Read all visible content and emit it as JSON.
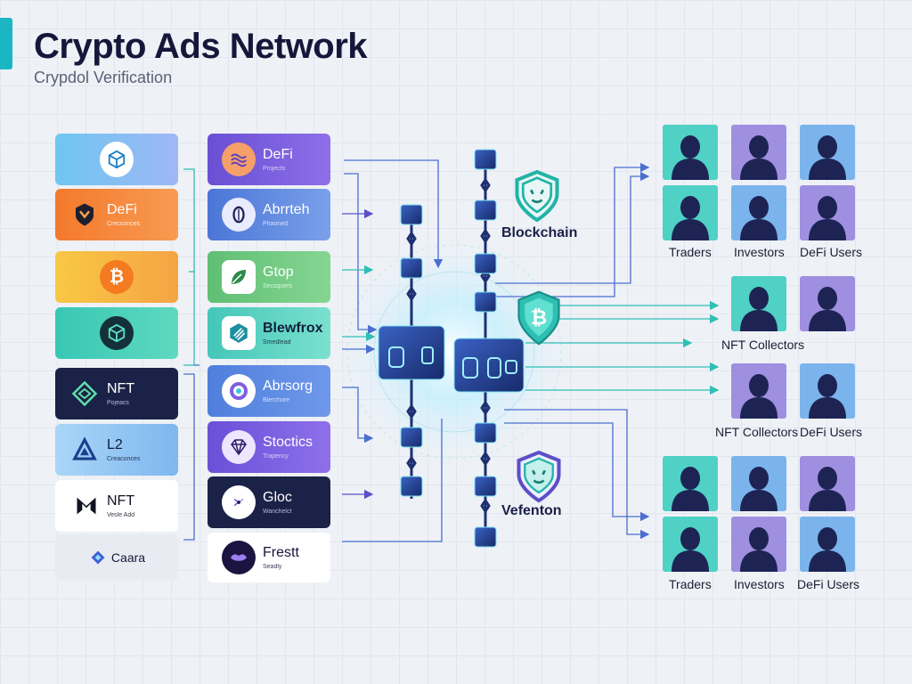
{
  "header": {
    "title": "Crypto Ads Network",
    "subtitle": "Crypdol Verification"
  },
  "left_column": [
    {
      "label": "",
      "sub": "",
      "icon": "cube-icon"
    },
    {
      "label": "DeFi",
      "sub": "Crecconces",
      "icon": "shield-logo-icon"
    },
    {
      "label": "",
      "sub": "",
      "icon": "bitcoin-icon"
    },
    {
      "label": "",
      "sub": "",
      "icon": "cube-icon"
    },
    {
      "label": "NFT",
      "sub": "Pojeacs",
      "icon": "diamond-icon"
    },
    {
      "label": "L2",
      "sub": "Creaconces",
      "icon": "triangle-icon"
    },
    {
      "label": "NFT",
      "sub": "Vesle Add",
      "icon": "m-logo-icon"
    },
    {
      "label": "Caara",
      "sub": "",
      "icon": "caara-logo-icon"
    }
  ],
  "middle_column": [
    {
      "label": "DeFi",
      "sub": "Projects",
      "icon": "wave-icon"
    },
    {
      "label": "Abrrteh",
      "sub": "Phaoned",
      "icon": "leaf-icon"
    },
    {
      "label": "Gtop",
      "sub": "Secsquers",
      "icon": "leaf-icon"
    },
    {
      "label": "Blewfrox",
      "sub": "Smedlead",
      "icon": "stripes-icon"
    },
    {
      "label": "Abrsorg",
      "sub": "Blerchore",
      "icon": "ring-icon"
    },
    {
      "label": "Stoctics",
      "sub": "Trapency",
      "icon": "gem-icon"
    },
    {
      "label": "Gloc",
      "sub": "Wanchelct",
      "icon": "petal-icon"
    },
    {
      "label": "Frestt",
      "sub": "Seadly",
      "icon": "lips-icon"
    }
  ],
  "verification": [
    {
      "label": "Blockchain",
      "icon": "shield-icon"
    },
    {
      "label": "",
      "icon": "bitcoin-shield-icon"
    },
    {
      "label": "Vefenton",
      "icon": "shield-icon"
    }
  ],
  "audience_groups": [
    {
      "labels": [
        "Traders",
        "Investors",
        "DeFi Users"
      ]
    },
    {
      "labels": [
        "NFT Collectors"
      ]
    },
    {
      "labels": [
        "NFT Collectors",
        "DeFi Users"
      ]
    },
    {
      "labels": [
        "Traders",
        "Investors",
        "DeFi Users"
      ]
    }
  ],
  "colors": {
    "teal": "#4fd1c5",
    "purple": "#9f8fe0",
    "blue": "#7bb4ec",
    "navy": "#1d2454",
    "accent": "#1bb6c4",
    "wire_blue": "#4a6fd0",
    "wire_teal": "#2fbfb5",
    "wire_purple": "#5a4fc8"
  }
}
